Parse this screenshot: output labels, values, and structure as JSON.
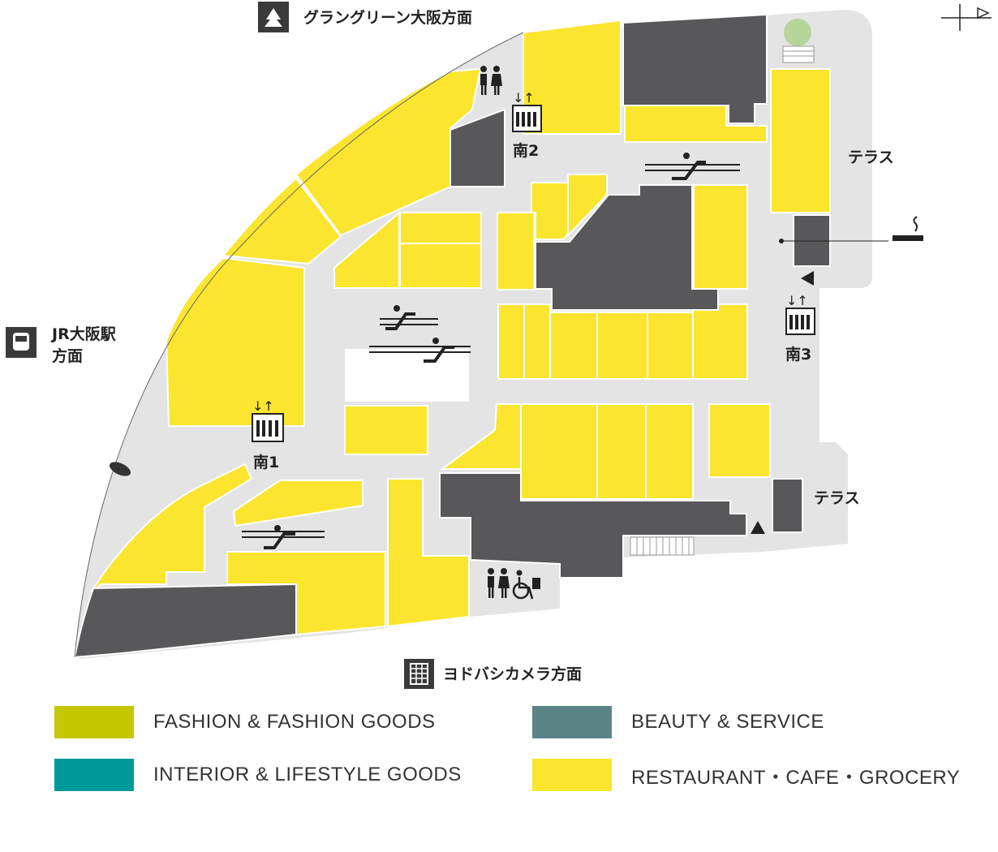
{
  "directions": {
    "north": "グラングリーン大阪方面",
    "west_line1": "JR大阪駅",
    "west_line2": "方面",
    "south": "ヨドバシカメラ方面"
  },
  "areas": {
    "terrace_east": "テラス",
    "terrace_southeast": "テラス"
  },
  "elevators": {
    "south1": "南1",
    "south2": "南2",
    "south3": "南3"
  },
  "legend": [
    {
      "label": "FASHION & FASHION GOODS",
      "color": "#c5c800"
    },
    {
      "label": "BEAUTY & SERVICE",
      "color": "#5b8487"
    },
    {
      "label": "INTERIOR & LIFESTYLE GOODS",
      "color": "#009999"
    },
    {
      "label": "RESTAURANT・CAFE・GROCERY",
      "color": "#fbe52e"
    }
  ],
  "colors": {
    "floor": "#e4e4e4",
    "restaurant": "#fbe52e",
    "unavailable": "#58585a"
  },
  "icons": [
    "north-arrow-icon",
    "tree-icon",
    "train-icon",
    "building-icon",
    "restroom-icon",
    "elevator-icon",
    "escalator-icon",
    "smoking-area-icon",
    "wheelchair-icon",
    "entrance-triangle-icon"
  ]
}
